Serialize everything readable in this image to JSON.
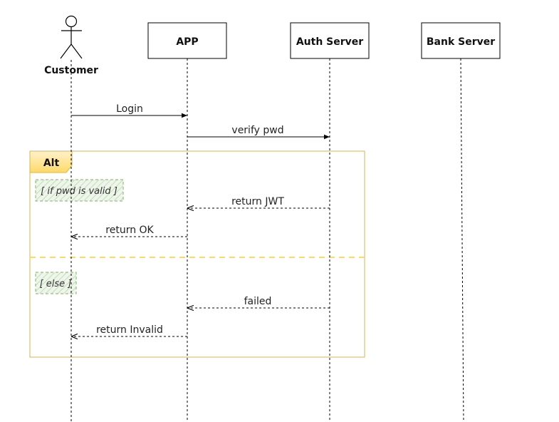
{
  "diagram": {
    "type": "sequence",
    "participants": [
      {
        "id": "customer",
        "label": "Customer",
        "kind": "actor"
      },
      {
        "id": "app",
        "label": "APP",
        "kind": "box"
      },
      {
        "id": "auth",
        "label": "Auth Server",
        "kind": "box"
      },
      {
        "id": "bank",
        "label": "Bank Server",
        "kind": "box"
      }
    ],
    "messages": [
      {
        "from": "customer",
        "to": "app",
        "label": "Login",
        "style": "sync"
      },
      {
        "from": "app",
        "to": "auth",
        "label": "verify pwd",
        "style": "sync"
      },
      {
        "from": "auth",
        "to": "app",
        "label": "return JWT",
        "style": "return"
      },
      {
        "from": "app",
        "to": "customer",
        "label": "return OK",
        "style": "return"
      },
      {
        "from": "auth",
        "to": "app",
        "label": "failed",
        "style": "return"
      },
      {
        "from": "app",
        "to": "customer",
        "label": "return Invalid",
        "style": "return"
      }
    ],
    "fragment": {
      "label": "Alt",
      "guards": [
        "[ if pwd is valid ]",
        "[ else ]"
      ],
      "colors": {
        "border": "#d6b656",
        "tab_fill": "#ffe599",
        "guard_border": "#82b366",
        "guard_fill": "#d5e8d4"
      }
    }
  }
}
